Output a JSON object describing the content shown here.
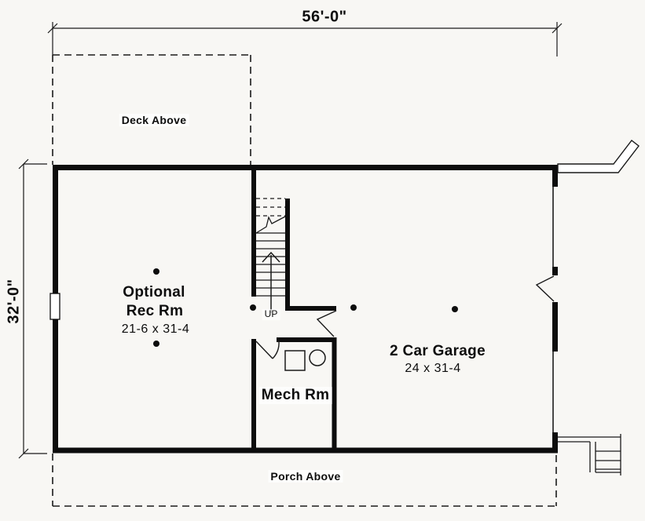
{
  "plan": {
    "dimensions": {
      "width_overall": "56'-0\"",
      "height_overall": "32'-0\""
    },
    "areas": {
      "deck": {
        "label": "Deck Above"
      },
      "porch": {
        "label": "Porch Above"
      }
    },
    "rooms": {
      "rec_room": {
        "line1": "Optional",
        "line2": "Rec Rm",
        "size": "21-6 x 31-4"
      },
      "garage": {
        "name": "2 Car Garage",
        "size": "24 x 31-4"
      },
      "mech_room": {
        "name": "Mech Rm"
      }
    },
    "stairs": {
      "direction_label": "UP"
    },
    "colors": {
      "wall": "#0d0d0d",
      "line": "#1a1a1a",
      "background": "#f8f7f4"
    }
  }
}
